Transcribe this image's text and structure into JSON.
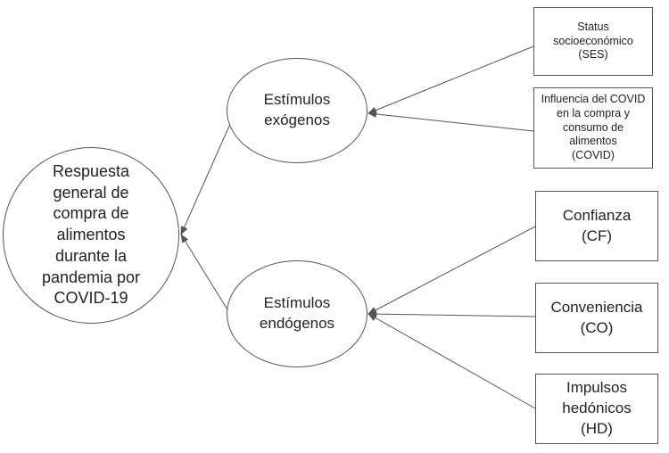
{
  "diagram": {
    "main": {
      "label": "Respuesta\ngeneral de\ncompra de\nalimentos\ndurante la\npandemia por\nCOVID-19"
    },
    "exogenous": {
      "label": "Estímulos\nexógenos"
    },
    "endogenous": {
      "label": "Estímulos\nendógenos"
    },
    "ses": {
      "label": "Status\nsocioeconómico\n(SES)"
    },
    "covid": {
      "label": "Influencia del COVID\nen la compra y\nconsumo de\nalimentos\n(COVID)"
    },
    "cf": {
      "label": "Confianza\n(CF)"
    },
    "co": {
      "label": "Conveniencia\n(CO)"
    },
    "hd": {
      "label": "Impulsos\nhedónicos\n(HD)"
    },
    "colors": {
      "line": "#555555",
      "border": "#555555",
      "text": "#222222",
      "background": "#ffffff"
    }
  }
}
